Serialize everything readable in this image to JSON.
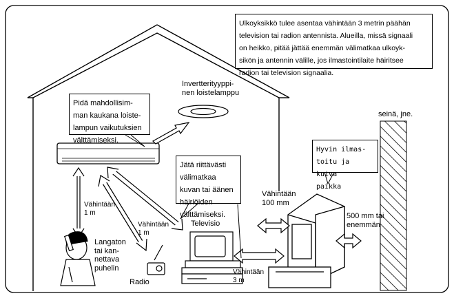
{
  "notes": {
    "antenna": "Ulkoyksikkö tulee asentaa vähintään 3 metrin päähän\ntelevision tai radion antennista. Alueilla, missä signaali\non heikko, pitää jättää enemmän välimatkaa ulkoyk-\nsikön ja antennin välille, jos ilmastointilaite häiritsee\nradion tai television signaalia.",
    "lamp_keep_away": "Pidä mahdollisim-\nman kaukana loiste-\nlampun vaikutuksien\nvälttämiseksi.",
    "keep_distance": "Jätä riittävästi\nvälimatkaa\nkuvan tai äänen\nhäiriöiden\nvälttämiseksi.",
    "ventilated": "Hyvin ilmas-\ntoitu ja kuiva\npaikka"
  },
  "labels": {
    "lamp": "Invertteri­tyyppi-\nnen loistelamppu",
    "wall": "seinä, jne.",
    "tv": "Televisio",
    "radio": "Radio",
    "phone": "Langaton\ntai kan-\nnettava\npuhelin",
    "min_1m_a": "Vähintään\n1 m",
    "min_1m_b": "Vähintään\n1 m",
    "min_3m": "Vähintään\n3 m",
    "min_100mm": "Vähintään\n100 mm",
    "min_500mm": "500 mm tai\nenemmän"
  }
}
